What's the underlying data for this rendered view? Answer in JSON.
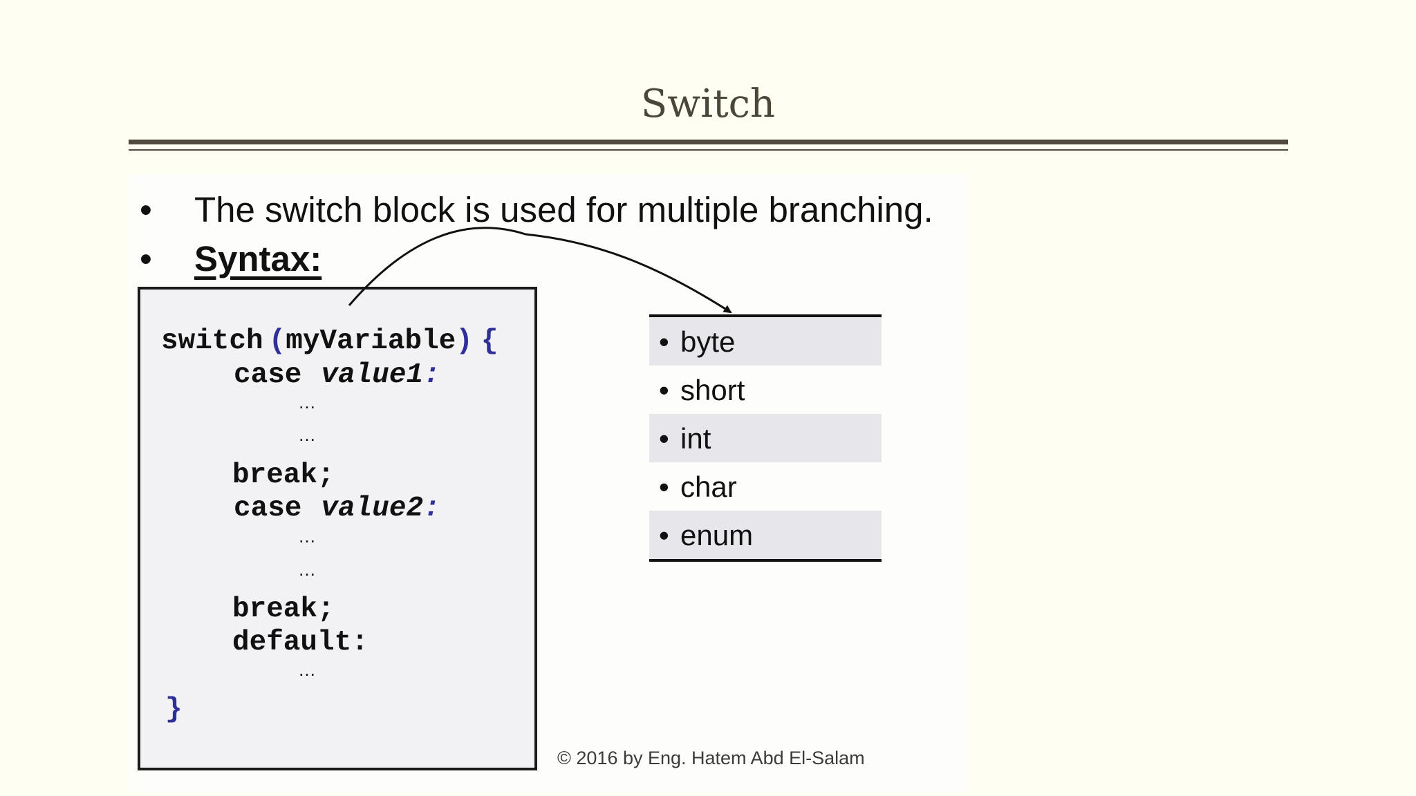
{
  "slide": {
    "title": "Switch",
    "bullets": [
      {
        "marker": "•",
        "text": "The switch block is used for multiple branching."
      },
      {
        "marker": "•",
        "text": "Syntax:"
      }
    ]
  },
  "code": {
    "line1_kw": "switch",
    "line1_open": "(",
    "line1_var": "myVariable",
    "line1_close": ")",
    "line1_brace": "{",
    "case1_kw": "case",
    "case1_val": "value1",
    "case1_colon": ":",
    "ellipsis": "…",
    "break1": "break;",
    "case2_kw": "case",
    "case2_val": "value2",
    "case2_colon": ":",
    "break2": "break;",
    "default_kw": "default:",
    "close_brace": "}"
  },
  "types": {
    "marker": "•",
    "items": [
      "byte",
      "short",
      "int",
      "char",
      "enum"
    ]
  },
  "footer": {
    "text": "©  2016 by Eng.  Hatem Abd El-Salam"
  }
}
